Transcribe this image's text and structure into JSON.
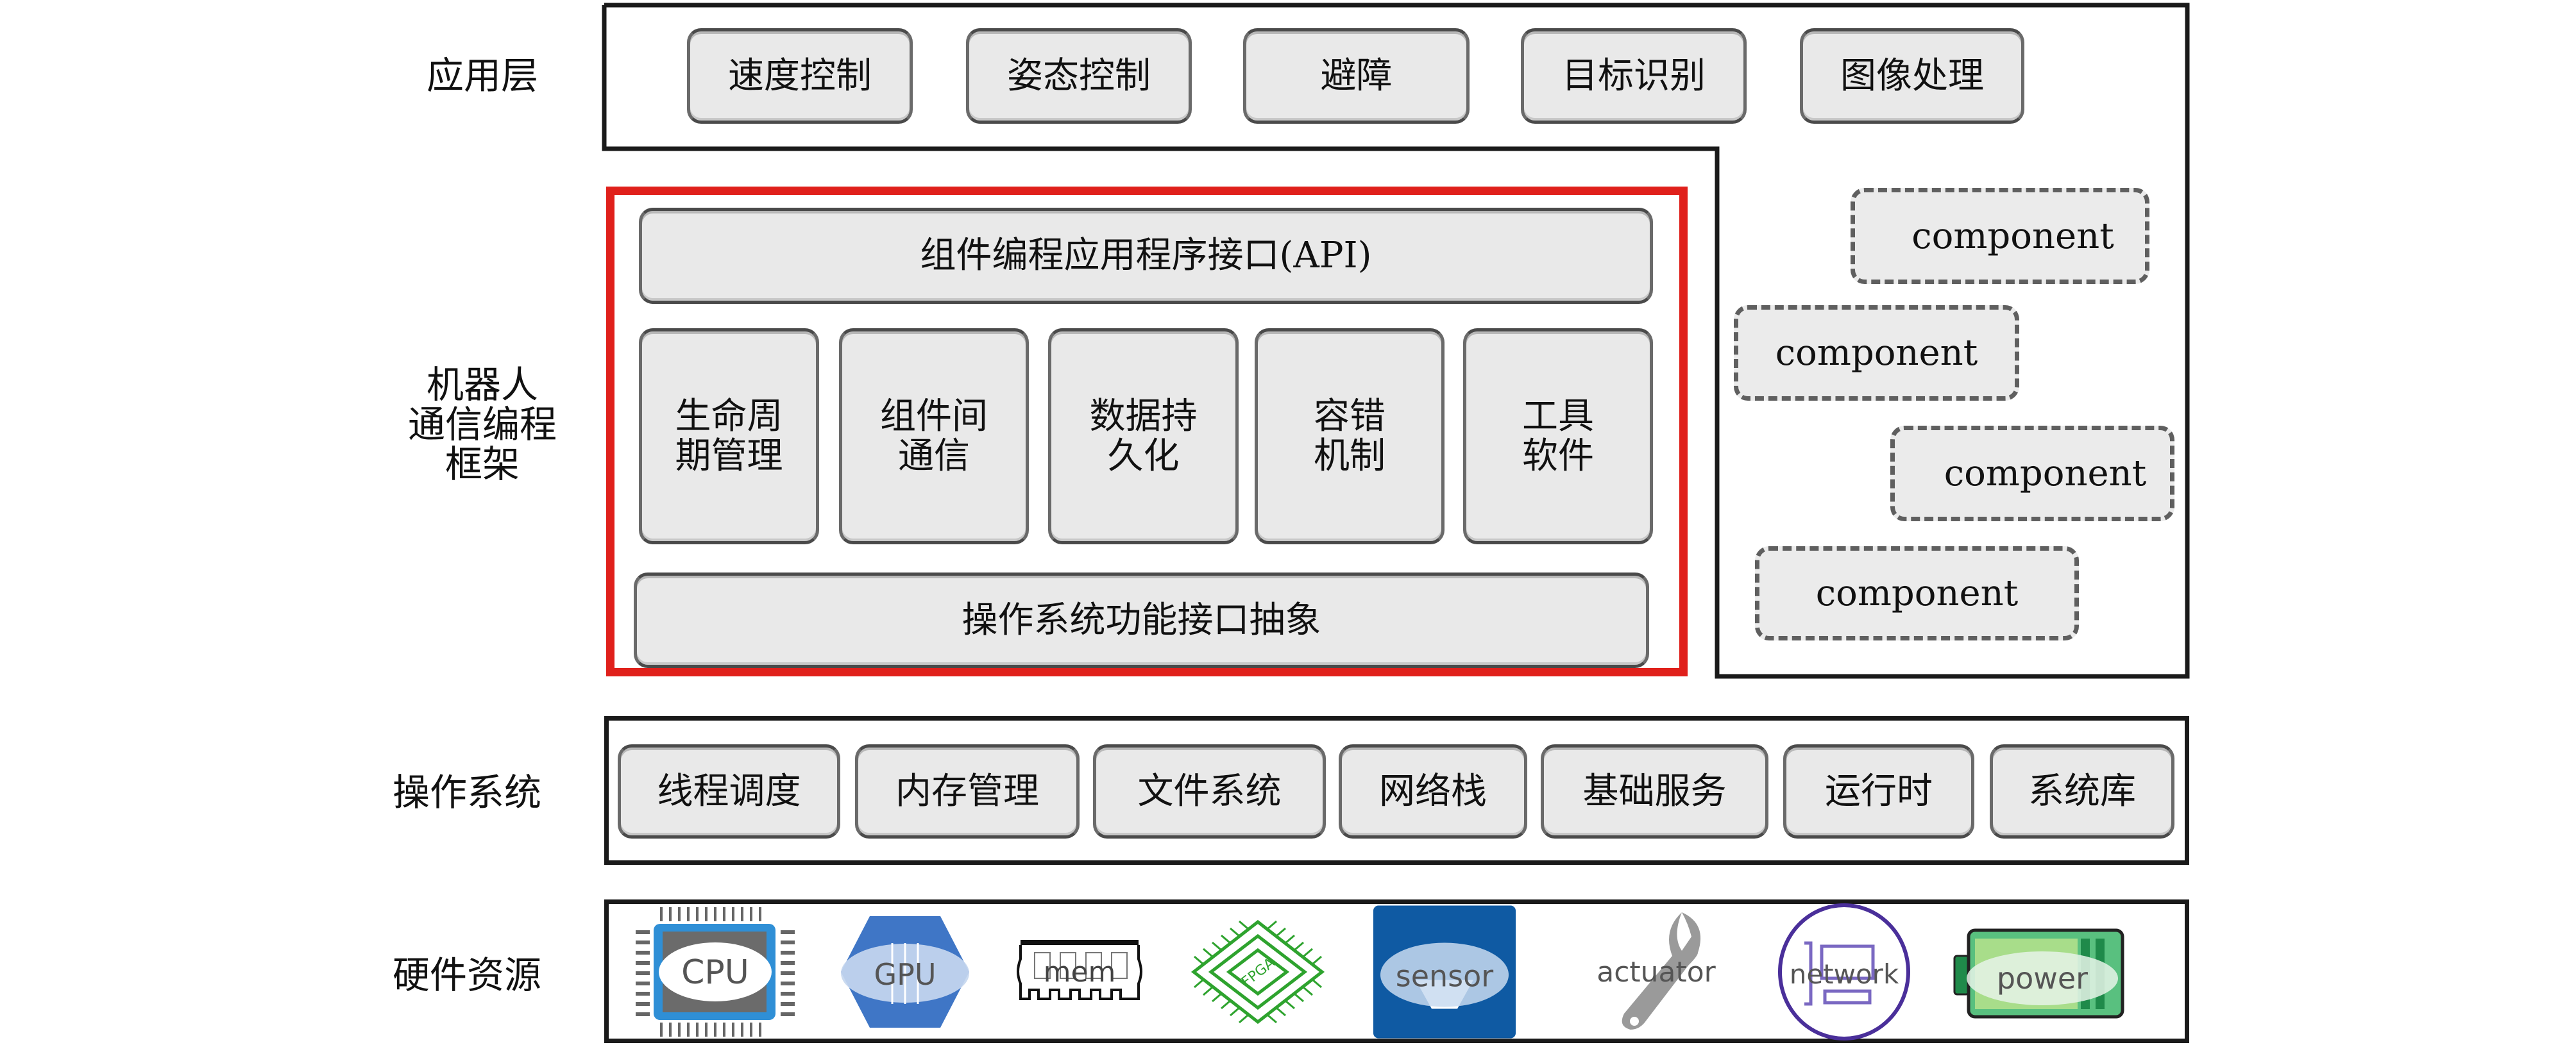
{
  "layers": {
    "application": {
      "label": "应用层",
      "items": [
        "速度控制",
        "姿态控制",
        "避障",
        "目标识别",
        "图像处理"
      ]
    },
    "framework": {
      "label": "机器人\n通信编程\n框架",
      "api": "组件编程应用程序接口(API)",
      "modules": [
        "生命周\n期管理",
        "组件间\n通信",
        "数据持\n久化",
        "容错\n机制",
        "工具\n软件"
      ],
      "os_abstraction": "操作系统功能接口抽象",
      "components": [
        "component",
        "component",
        "component",
        "component"
      ],
      "highlight_color": "#e0201b"
    },
    "os": {
      "label": "操作系统",
      "items": [
        "线程调度",
        "内存管理",
        "文件系统",
        "网络栈",
        "基础服务",
        "运行时",
        "系统库"
      ]
    },
    "hardware": {
      "label": "硬件资源",
      "items": [
        {
          "icon": "cpu-chip-icon",
          "text": "CPU"
        },
        {
          "icon": "gpu-icon",
          "text": "GPU"
        },
        {
          "icon": "memory-module-icon",
          "text": "mem"
        },
        {
          "icon": "fpga-chip-icon",
          "text": "FPGA"
        },
        {
          "icon": "sensor-icon",
          "text": "sensor"
        },
        {
          "icon": "wrench-actuator-icon",
          "text": "actuator"
        },
        {
          "icon": "network-icon",
          "text": "network"
        },
        {
          "icon": "battery-power-icon",
          "text": "power"
        }
      ]
    }
  }
}
